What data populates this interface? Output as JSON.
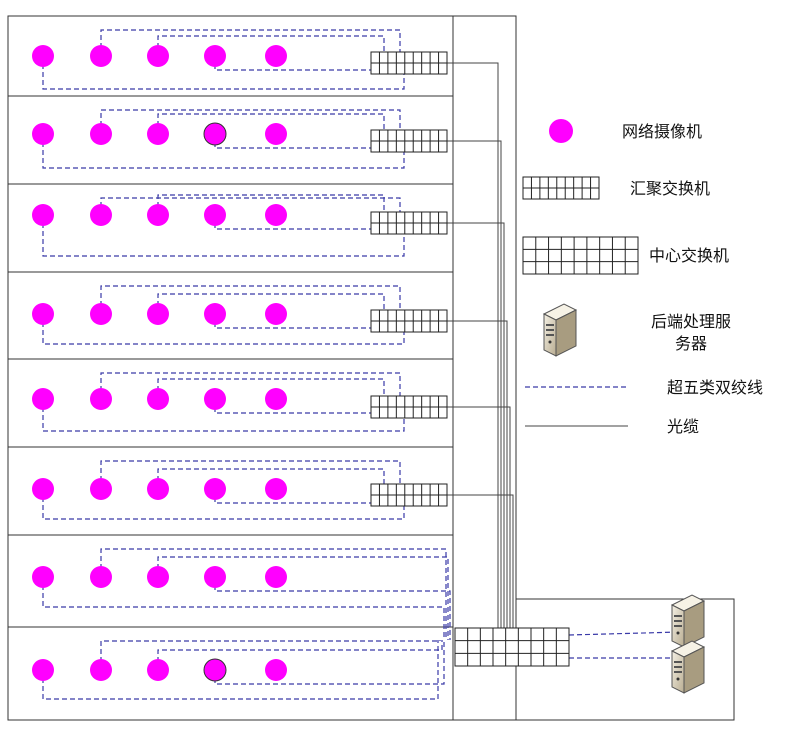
{
  "legend": {
    "camera": "网络摄像机",
    "aggregation_switch": "汇聚交换机",
    "core_switch": "中心交换机",
    "server": "后端处理服务器",
    "utp_cable": "超五类双绞线",
    "fiber_cable": "光缆"
  },
  "structure": {
    "floor_count": 8,
    "cameras_per_floor": 5,
    "aggregation_switches": 6,
    "servers": 2
  },
  "colors": {
    "camera": "#ff00ff",
    "utp_cable": "#3a3aa8",
    "fiber_cable": "#444444",
    "frame": "#333333"
  }
}
